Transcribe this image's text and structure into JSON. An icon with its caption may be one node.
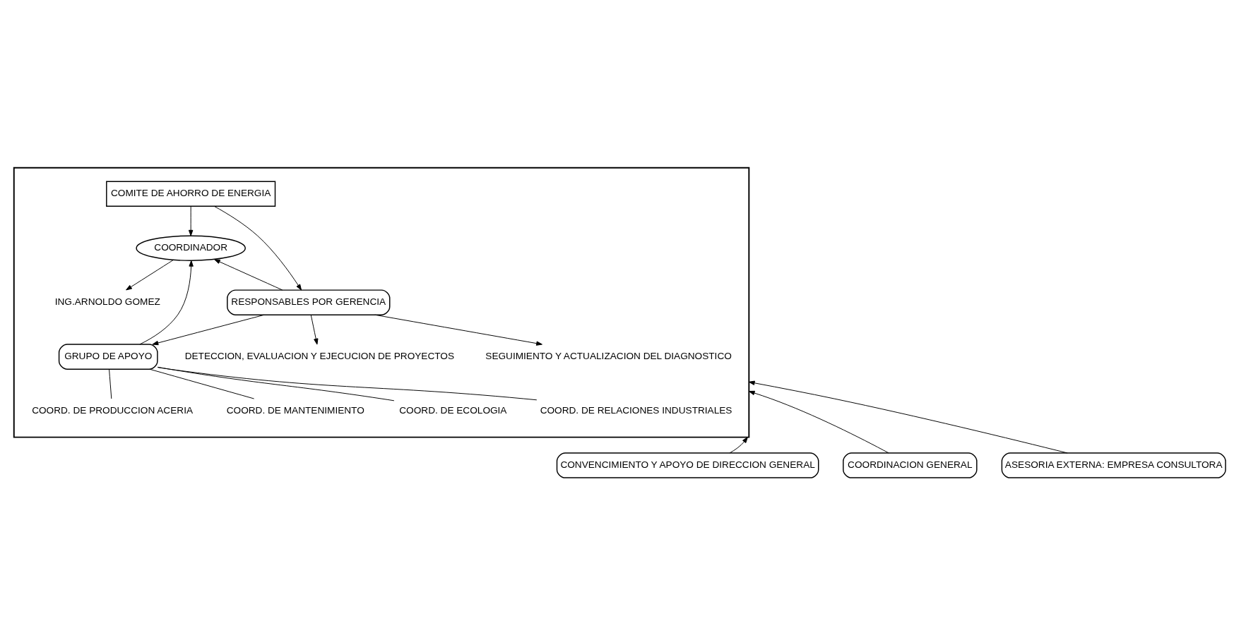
{
  "diagram": {
    "nodes": [
      {
        "text": [],
        "shape": "box"
      },
      {
        "text": [
          "COMITE DE AHORRO DE ENERGIA"
        ],
        "in": 0
      },
      {
        "text": [
          "COORDINADOR"
        ],
        "in": 0
      },
      {
        "text": [
          "ING.ARNOLDO GOMEZ"
        ],
        "in": 0
      },
      {
        "text": [
          "GRUPO DE APOYO"
        ],
        "in": 0
      },
      {
        "text": [
          "RESPONSABLES POR GERENCIA"
        ],
        "in": 0
      },
      {
        "text": [
          "COORD. DE PRODUCCION ACERIA"
        ],
        "in": 0
      },
      {
        "text": [
          "COORD. DE MANTENIMIENTO"
        ],
        "in": 0
      },
      {
        "text": [
          "COORD. DE ECOLOGIA"
        ],
        "in": 0
      },
      {
        "text": [
          "COORD. DE RELACIONES INDUSTRIALES"
        ],
        "in": 0
      },
      {
        "text": [
          "DETECCION, EVALUACION Y EJECUCION DE PROYECTOS"
        ],
        "in": 0
      },
      {
        "text": [
          "SEGUIMIENTO Y ACTUALIZACION DEL DIAGNOSTICO"
        ],
        "in": 0
      },
      {
        "text": [
          "CONVENCIMIENTO Y APOYO DE DIRECCION GENERAL"
        ]
      },
      {
        "text": [
          "COORDINACION GENERAL"
        ]
      },
      {
        "text": [
          "ASESORIA EXTERNA: EMPRESA CONSULTORA"
        ]
      }
    ],
    "edges": [
      {
        "from": 1,
        "to": 2,
        "arrow": "to"
      },
      {
        "from": 2,
        "to": 3,
        "arrow": "to"
      },
      {
        "from": 4,
        "to": 2,
        "arrow": "to"
      },
      {
        "from": 1,
        "to": 5,
        "arrow": "to"
      },
      {
        "from": 5,
        "to": 4,
        "arrow": "to"
      },
      {
        "from": 5,
        "to": 2,
        "arrow": "to"
      },
      {
        "from": 4,
        "to": 6,
        "arrow": "none"
      },
      {
        "from": 4,
        "to": 7,
        "arrow": "none"
      },
      {
        "from": 4,
        "to": 8,
        "arrow": "none"
      },
      {
        "from": 4,
        "to": 9,
        "arrow": "none"
      },
      {
        "from": 5,
        "to": 10,
        "arrow": "to"
      },
      {
        "from": 5,
        "to": 11,
        "arrow": "to"
      },
      {
        "from": 12,
        "to": 0,
        "arrow": "to"
      },
      {
        "from": 13,
        "to": 0,
        "arrow": "to"
      },
      {
        "from": 14,
        "to": 0,
        "arrow": "to"
      }
    ]
  }
}
